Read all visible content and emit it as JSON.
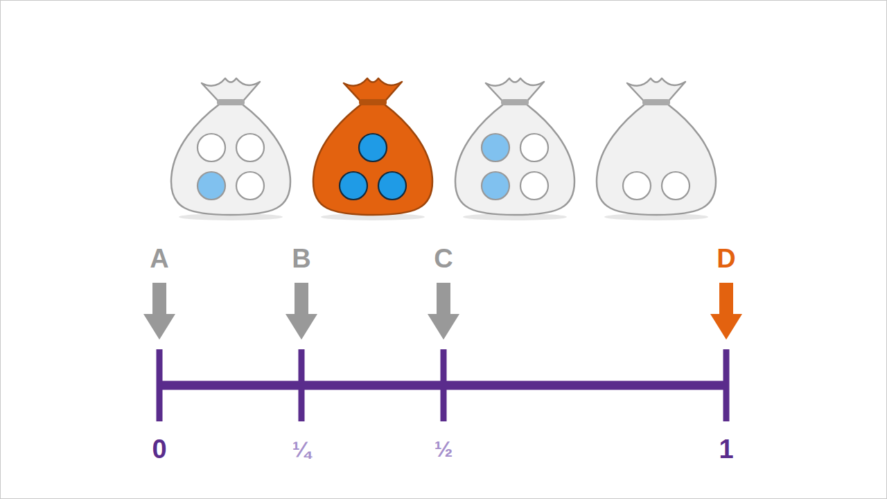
{
  "diagram": {
    "labels": [
      "A",
      "B",
      "C",
      "D",
      "0",
      "¼",
      "½",
      "1"
    ]
  }
}
